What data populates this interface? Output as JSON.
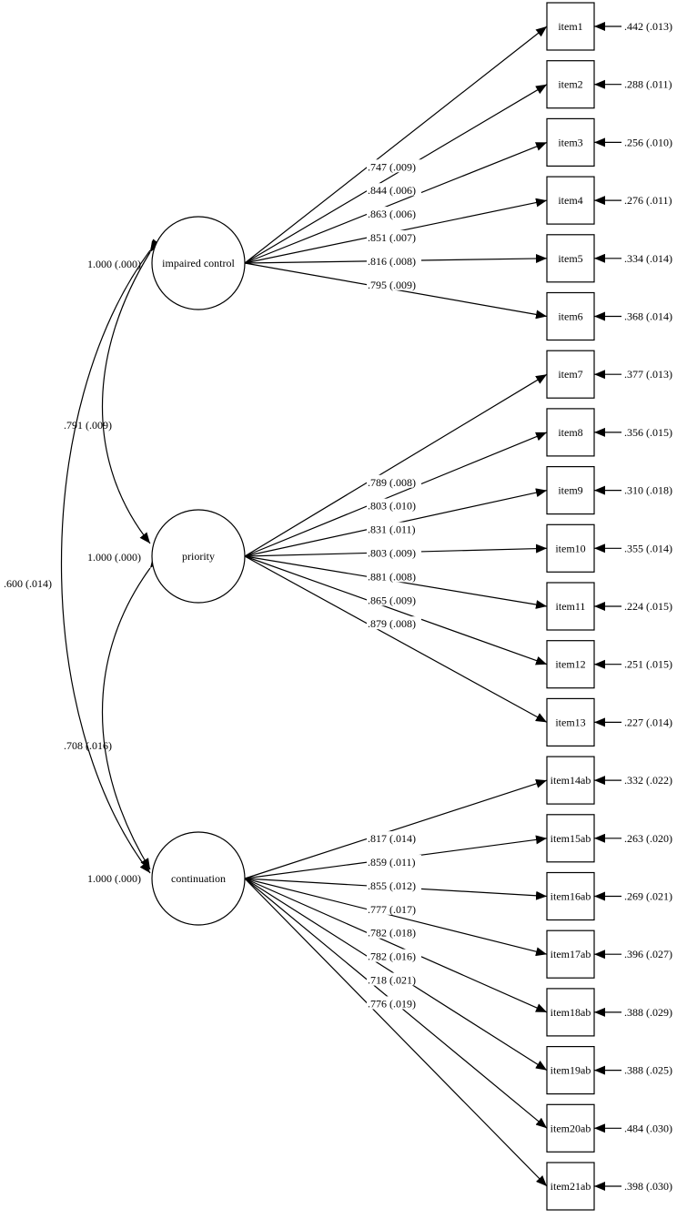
{
  "factors": [
    {
      "name": "impaired control",
      "variance": "1.000 (.000)"
    },
    {
      "name": "priority",
      "variance": "1.000 (.000)"
    },
    {
      "name": "continuation",
      "variance": "1.000 (.000)"
    }
  ],
  "covariances": [
    {
      "between": [
        "impaired control",
        "priority"
      ],
      "value": ".791 (.009)"
    },
    {
      "between": [
        "priority",
        "continuation"
      ],
      "value": ".708 (.016)"
    },
    {
      "between": [
        "impaired control",
        "continuation"
      ],
      "value": ".600 (.014)"
    }
  ],
  "items": [
    {
      "name": "item1",
      "factor": "impaired control",
      "loading": ".747 (.009)",
      "residual": ".442 (.013)"
    },
    {
      "name": "item2",
      "factor": "impaired control",
      "loading": ".844 (.006)",
      "residual": ".288 (.011)"
    },
    {
      "name": "item3",
      "factor": "impaired control",
      "loading": ".863 (.006)",
      "residual": ".256 (.010)"
    },
    {
      "name": "item4",
      "factor": "impaired control",
      "loading": ".851 (.007)",
      "residual": ".276 (.011)"
    },
    {
      "name": "item5",
      "factor": "impaired control",
      "loading": ".816 (.008)",
      "residual": ".334 (.014)"
    },
    {
      "name": "item6",
      "factor": "impaired control",
      "loading": ".795 (.009)",
      "residual": ".368 (.014)"
    },
    {
      "name": "item7",
      "factor": "priority",
      "loading": ".789 (.008)",
      "residual": ".377 (.013)"
    },
    {
      "name": "item8",
      "factor": "priority",
      "loading": ".803 (.010)",
      "residual": ".356 (.015)"
    },
    {
      "name": "item9",
      "factor": "priority",
      "loading": ".831 (.011)",
      "residual": ".310 (.018)"
    },
    {
      "name": "item10",
      "factor": "priority",
      "loading": ".803 (.009)",
      "residual": ".355 (.014)"
    },
    {
      "name": "item11",
      "factor": "priority",
      "loading": ".881 (.008)",
      "residual": ".224 (.015)"
    },
    {
      "name": "item12",
      "factor": "priority",
      "loading": ".865 (.009)",
      "residual": ".251 (.015)"
    },
    {
      "name": "item13",
      "factor": "priority",
      "loading": ".879 (.008)",
      "residual": ".227 (.014)"
    },
    {
      "name": "item14ab",
      "factor": "continuation",
      "loading": ".817 (.014)",
      "residual": ".332 (.022)"
    },
    {
      "name": "item15ab",
      "factor": "continuation",
      "loading": ".859 (.011)",
      "residual": ".263 (.020)"
    },
    {
      "name": "item16ab",
      "factor": "continuation",
      "loading": ".855 (.012)",
      "residual": ".269 (.021)"
    },
    {
      "name": "item17ab",
      "factor": "continuation",
      "loading": ".777 (.017)",
      "residual": ".396 (.027)"
    },
    {
      "name": "item18ab",
      "factor": "continuation",
      "loading": ".782 (.018)",
      "residual": ".388 (.029)"
    },
    {
      "name": "item19ab",
      "factor": "continuation",
      "loading": ".782 (.016)",
      "residual": ".388 (.025)"
    },
    {
      "name": "item20ab",
      "factor": "continuation",
      "loading": ".718 (.021)",
      "residual": ".484 (.030)"
    },
    {
      "name": "item21ab",
      "factor": "continuation",
      "loading": ".776 (.019)",
      "residual": ".398 (.030)"
    }
  ]
}
